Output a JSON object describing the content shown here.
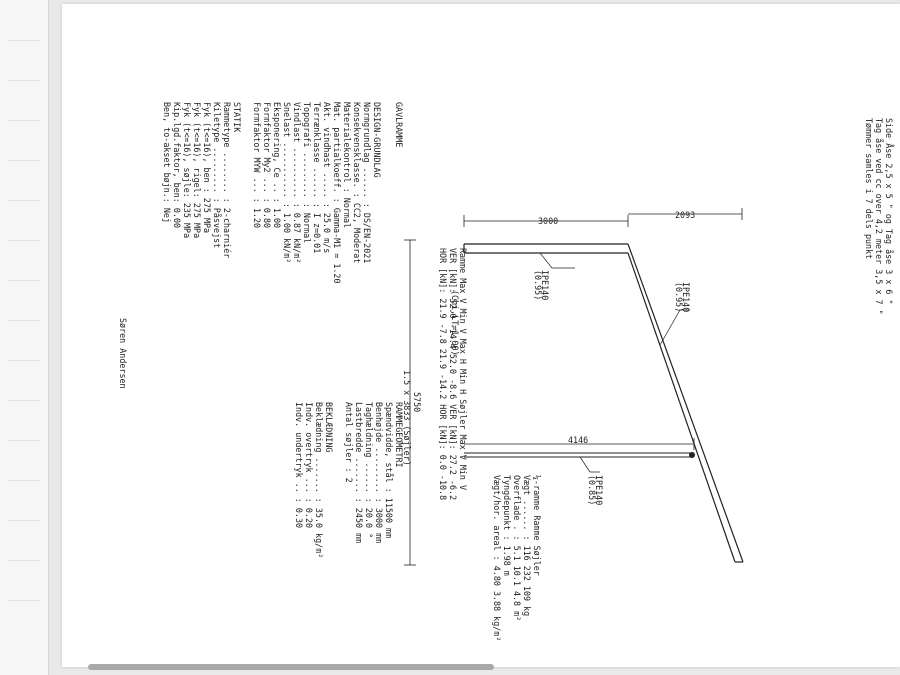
{
  "document": {
    "header": [
      "Side Åse  2,5 x 5 \" og  Tag åse 3 x 6 \"",
      "Tag åse ved cc  over 4,2 meter  3,5 x 7 \"",
      "Tømmer samles i 7 dels punkt"
    ],
    "section_title": "GAVLRAMME",
    "left_table_lines": [
      "DESIGN-GRUNDLAG",
      "Normgrundlag ...... : DS/EN-2021",
      "Konsekvensklasse. : CC2, Moderat",
      "Materialekontrol  : Normal",
      "Mat. partialkoeff. : Gamma-M1 = 1.20",
      "Akt. vindhast ..... : 25.0 m/s",
      "Terrænklasse ...... : I   z=0.01",
      "Topografi ......... : Normal",
      "Vindlast .......... : 0.87 kN/m²",
      "Snelast ........... : 1.00 kN/m²",
      "Eksponering, Ce .. : 1.00",
      "Formfaktor My2 ... : 0.80",
      "Formfaktor MYW ... : 1.20",
      "",
      "STATIK",
      "Rammetype ........ : 2-charniér",
      "Kiletype ......... : Påsvejst",
      "Fyk  (t<=16), ben  : 275 MPa",
      "Fyk  (t<=16), rigel: 275 MPa",
      "Fyk  (t<=16), søjle: 235 MPa",
      "Kip.lgd.faktor, ben: 0.00",
      "Ben, to-akset bøjn.: Nej"
    ],
    "right_table_lines": [
      "RAMMEGEOMETRI",
      "Spændvidde, stål  : 11500 mm",
      "Benhøjde ......... : 3000 mm",
      "Taghældning ...... : 20.0 °",
      "Lastbredde ....... : 2450 mm",
      "Antal søjler      : 2",
      "",
      "BEKLÆDNING",
      "Beklædning ....... : 35.0 kg/m²",
      "Indv. overtryk ... : 0.20",
      "Indv. undertryk .. : 0.30"
    ],
    "reactions_rows": [
      "Ramme    Max V   Min V   Max H   Min H   Søjler         Max V   Min V",
      "VER [kN]:  52.0   -14.4    52.0    -8.6    VER [kN]:       27.2    -6.2",
      "HOR [kN]:  21.9    -7.8    21.9   -14.2    HOR [kN]:        0.0   -10.8"
    ],
    "chi_label": "(Chi,LT=1.00)",
    "weight_lines": [
      "¼-ramme   Ramme   Søjler",
      "Vægt ......  : 116     232     109 kg",
      "Overflade .  : 5.1     10.1    4.8 m²",
      "Tyngdepunkt : 1.98 m",
      "Vægt/hor. areal :        4.80        3.88 kg/m²"
    ],
    "dims": {
      "d3000": "3000",
      "d2093": "2093",
      "d4146": "4146",
      "d5750": "5750",
      "span_note": "1.5 x 3833 (Søjler)"
    },
    "profile_labels": {
      "rigel": "IPE140",
      "rigel_util": "(0.95)",
      "ben": "IPE140",
      "ben_util": "(0.95)",
      "soejle": "IPE140",
      "soejle_util": "(0.85)"
    },
    "signature": "Søren Andersen"
  }
}
